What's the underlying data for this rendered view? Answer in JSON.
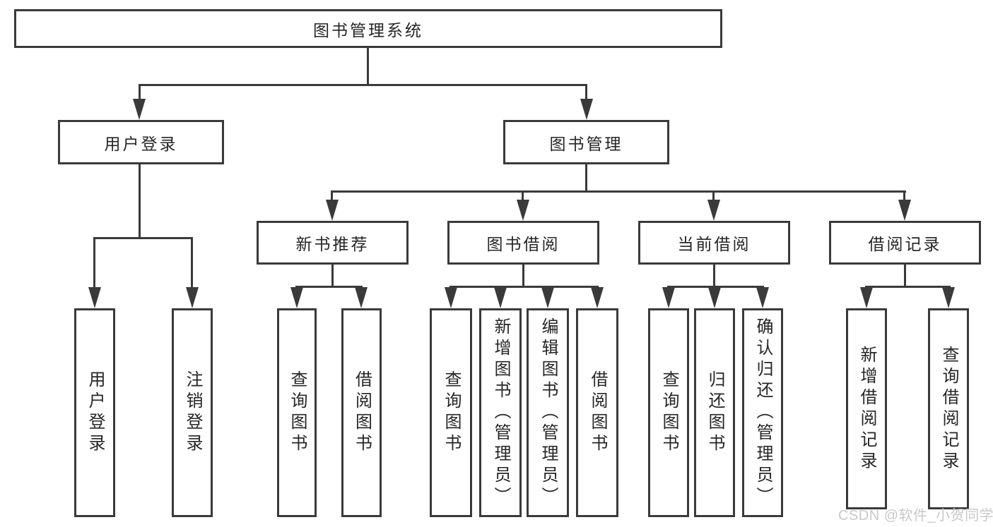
{
  "diagram": {
    "title": "图书管理系统",
    "branches": {
      "user_login": {
        "label": "用户登录",
        "children": [
          "用户登录",
          "注销登录"
        ]
      },
      "book_mgmt": {
        "label": "图书管理",
        "children": {
          "new_books": {
            "label": "新书推荐",
            "children": [
              "查询图书",
              "借阅图书"
            ]
          },
          "borrow": {
            "label": "图书借阅",
            "children": [
              "查询图书",
              "新增图书（管理员）",
              "编辑图书（管理员）",
              "借阅图书"
            ]
          },
          "current": {
            "label": "当前借阅",
            "children": [
              "查询图书",
              "归还图书",
              "确认归还（管理员）"
            ]
          },
          "records": {
            "label": "借阅记录",
            "children": [
              "新增借阅记录",
              "查询借阅记录"
            ]
          }
        }
      }
    }
  },
  "watermark": "CSDN @软件_小贺同学",
  "colors": {
    "line": "#3a3a3a",
    "text": "#262626",
    "background": "#ffffff",
    "watermark": "#c8c8c8"
  }
}
